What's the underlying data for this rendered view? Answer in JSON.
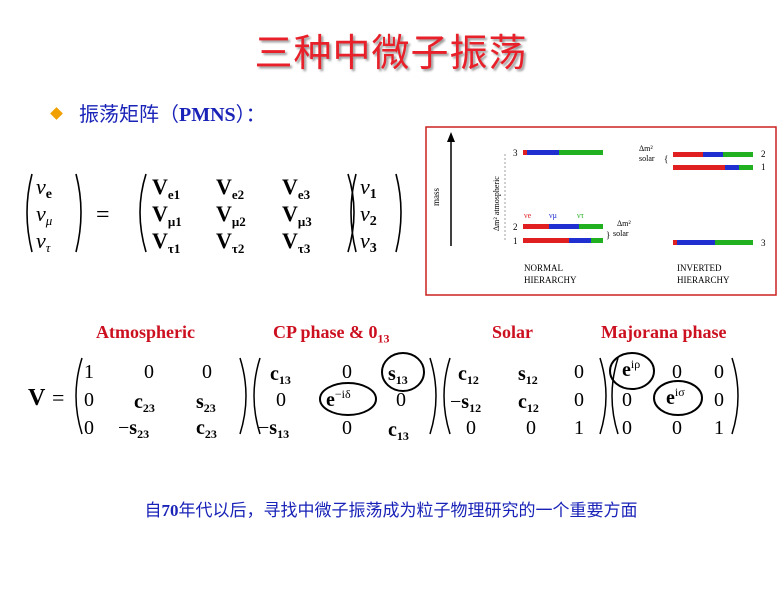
{
  "slide": {
    "title": "三种中微子振荡",
    "bullet_text": "振荡矩阵（",
    "bullet_bold": "PMNS",
    "bullet_tail": "）：",
    "footer_pre": "自",
    "footer_bold": "70",
    "footer_post": "年代以后，寻找中微子振荡成为粒子物理研究的一个重要方面"
  },
  "labels": {
    "atmospheric": "Atmospheric",
    "cp_phase": "CP phase & 0",
    "cp_sub": "13",
    "solar": "Solar",
    "majorana": "Majorana phase"
  },
  "hierarchy_figure": {
    "mass_axis": "mass",
    "dm_atmospheric": "Δm² atmospheric",
    "dm_solar": "Δm²",
    "solar_word": "solar",
    "flavors": [
      "νe",
      "νμ",
      "ντ"
    ],
    "normal_label": [
      "NORMAL",
      "HIERARCHY"
    ],
    "inverted_label": [
      "INVERTED",
      "HIERARCHY"
    ],
    "normal_levels": [
      "3",
      "2",
      "1"
    ],
    "inverted_levels": [
      "2",
      "1",
      "3"
    ],
    "colors": {
      "nu_e": "#e02020",
      "nu_mu": "#2030d0",
      "nu_tau": "#20b020",
      "frame": "#cc2020"
    }
  },
  "colors": {
    "title": "#e8202a",
    "text_blue": "#1a23b8",
    "label_red": "#cc1020",
    "bullet": "#f0a000"
  }
}
